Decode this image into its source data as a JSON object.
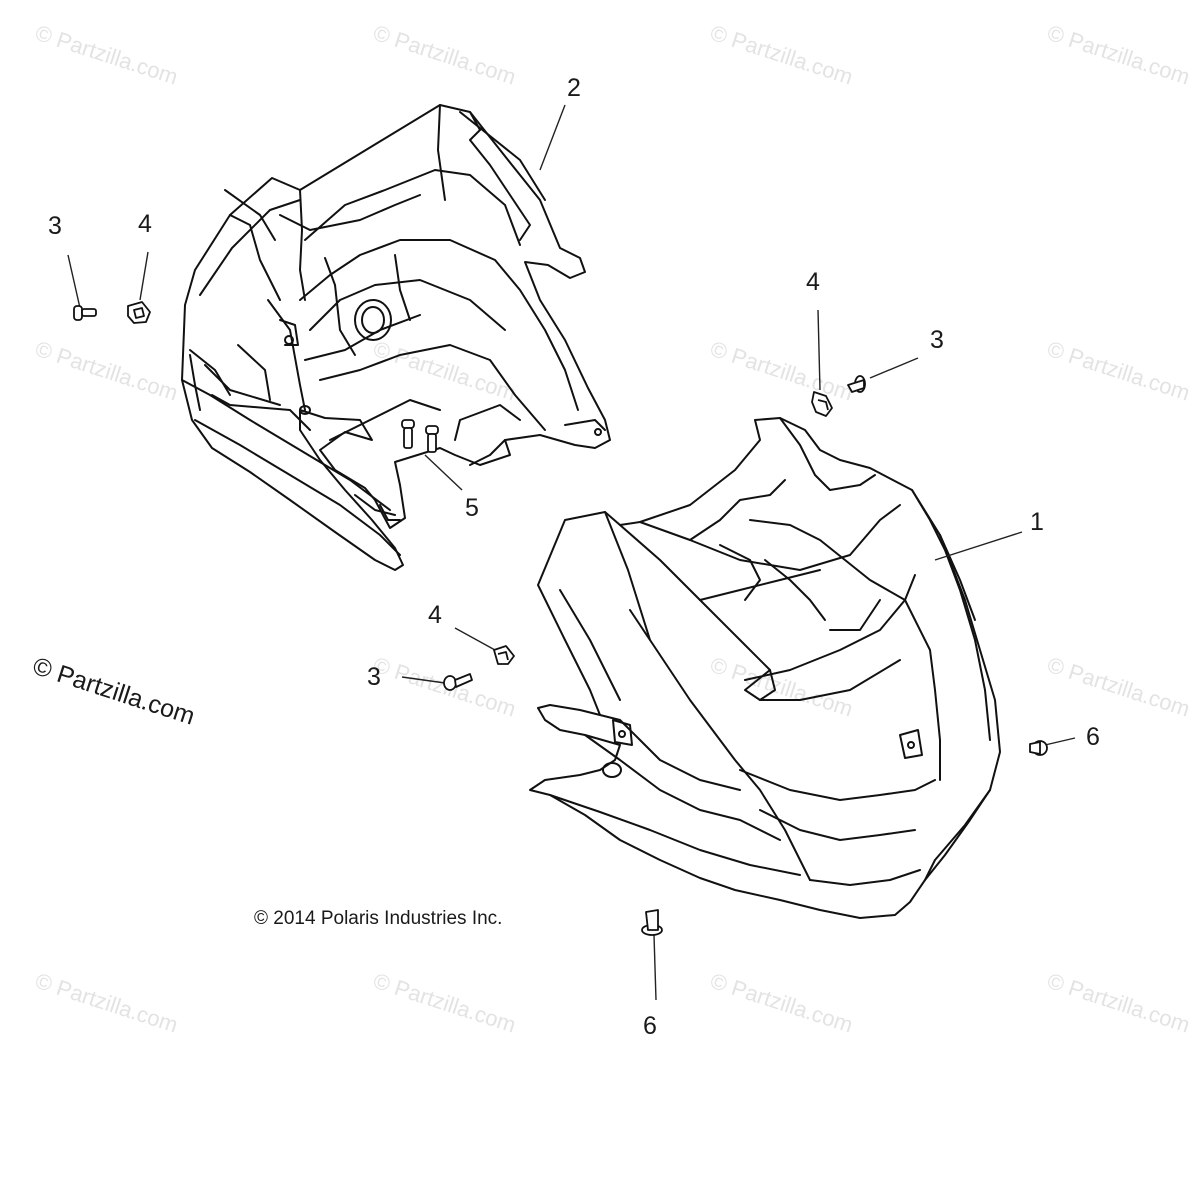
{
  "watermark_text": "© Partzilla.com",
  "side_credit": "© Partzilla.com",
  "copyright": "© 2014 Polaris Industries Inc.",
  "callouts": {
    "c1": "1",
    "c2": "2",
    "c3a": "3",
    "c4a": "4",
    "c4b": "4",
    "c3b": "3",
    "c5": "5",
    "c4c": "4",
    "c3c": "3",
    "c6a": "6",
    "c6b": "6"
  }
}
